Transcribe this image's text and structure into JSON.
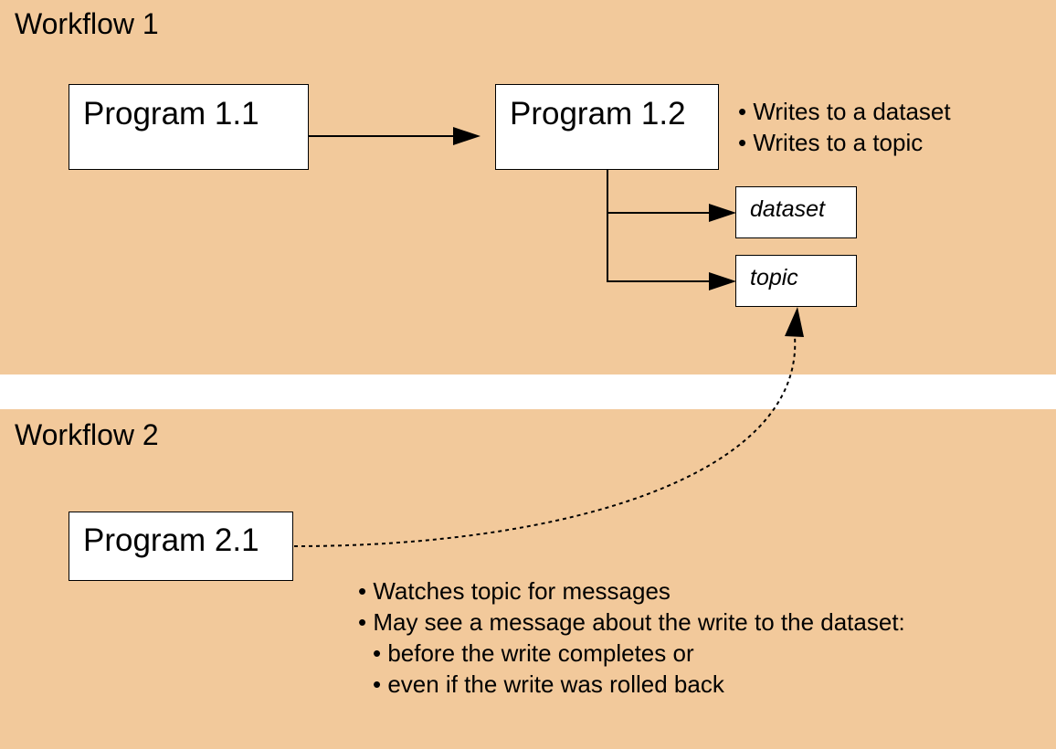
{
  "colors": {
    "panel_fill": "#f2c99b",
    "gap": "#ffffff",
    "box_fill": "#ffffff",
    "stroke": "#000000"
  },
  "workflow1": {
    "title": "Workflow 1",
    "program_a": "Program 1.1",
    "program_b": "Program 1.2",
    "notes": [
      "• Writes to a dataset",
      "• Writes to a topic"
    ],
    "dataset_label": "dataset",
    "topic_label": "topic"
  },
  "workflow2": {
    "title": "Workflow 2",
    "program": "Program 2.1",
    "notes": [
      "• Watches topic for messages",
      "• May see a message about the write to the dataset:"
    ],
    "subnotes": [
      "• before the write completes or",
      "• even if the write was rolled back"
    ]
  }
}
